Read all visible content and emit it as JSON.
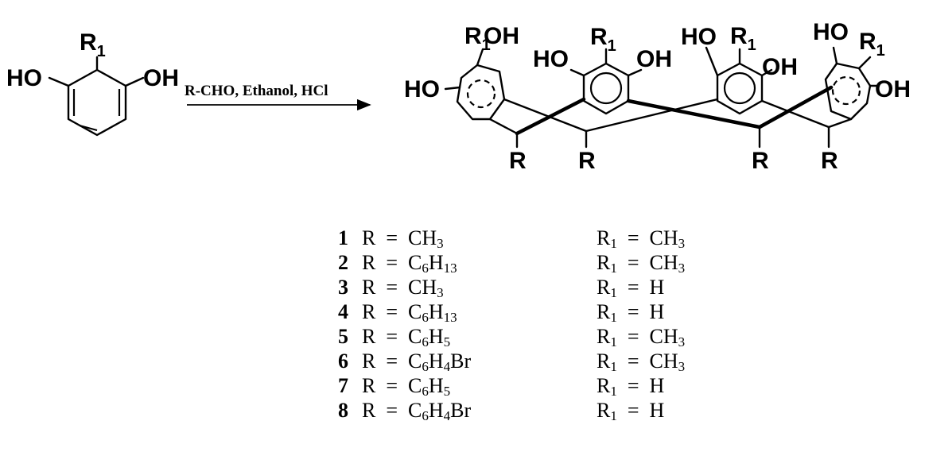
{
  "reactant": {
    "substituent": "R",
    "substituent_index": "1",
    "hydroxyl_left": "HO",
    "hydroxyl_right": "OH"
  },
  "conditions": "R-CHO, Ethanol, HCl",
  "product": {
    "ring_labels": [
      {
        "r1": "R",
        "r1_index": "1",
        "oh_left": "HO",
        "oh_right": "OH"
      },
      {
        "r1": "R",
        "r1_index": "1",
        "oh_left": "HO",
        "oh_right": "OH"
      },
      {
        "r1": "R",
        "r1_index": "1",
        "oh_left": "HO",
        "oh_right": "OH"
      },
      {
        "r1": "R",
        "r1_index": "1",
        "oh_left": "HO",
        "oh_right": "OH"
      }
    ],
    "bridge_labels": [
      "R",
      "R",
      "R",
      "R"
    ]
  },
  "compounds": [
    {
      "number": "1",
      "r_prefix": "R  =  ",
      "r_parts": [
        [
          "CH",
          "3"
        ]
      ],
      "r1_prefix": "R",
      "r1_index": "1",
      "r1_eq": "  =  ",
      "r1_parts": [
        [
          "CH",
          "3"
        ]
      ]
    },
    {
      "number": "2",
      "r_prefix": "R  =  ",
      "r_parts": [
        [
          "C",
          "6"
        ],
        [
          "H",
          "13"
        ]
      ],
      "r1_prefix": "R",
      "r1_index": "1",
      "r1_eq": "  =  ",
      "r1_parts": [
        [
          "CH",
          "3"
        ]
      ]
    },
    {
      "number": "3",
      "r_prefix": "R  =  ",
      "r_parts": [
        [
          "CH",
          "3"
        ]
      ],
      "r1_prefix": "R",
      "r1_index": "1",
      "r1_eq": "  =  ",
      "r1_parts": [
        [
          "H",
          ""
        ]
      ]
    },
    {
      "number": "4",
      "r_prefix": "R  =  ",
      "r_parts": [
        [
          "C",
          "6"
        ],
        [
          "H",
          "13"
        ]
      ],
      "r1_prefix": "R",
      "r1_index": "1",
      "r1_eq": "  =  ",
      "r1_parts": [
        [
          "H",
          ""
        ]
      ]
    },
    {
      "number": "5",
      "r_prefix": "R  =  ",
      "r_parts": [
        [
          "C",
          "6"
        ],
        [
          "H",
          "5"
        ]
      ],
      "r1_prefix": "R",
      "r1_index": "1",
      "r1_eq": "  =  ",
      "r1_parts": [
        [
          "CH",
          "3"
        ]
      ]
    },
    {
      "number": "6",
      "r_prefix": "R  =  ",
      "r_parts": [
        [
          "C",
          "6"
        ],
        [
          "H",
          "4"
        ],
        [
          "Br",
          ""
        ]
      ],
      "r1_prefix": "R",
      "r1_index": "1",
      "r1_eq": "  =  ",
      "r1_parts": [
        [
          "CH",
          "3"
        ]
      ]
    },
    {
      "number": "7",
      "r_prefix": "R  =  ",
      "r_parts": [
        [
          "C",
          "6"
        ],
        [
          "H",
          "5"
        ]
      ],
      "r1_prefix": "R",
      "r1_index": "1",
      "r1_eq": "  =  ",
      "r1_parts": [
        [
          "H",
          ""
        ]
      ]
    },
    {
      "number": "8",
      "r_prefix": "R  =  ",
      "r_parts": [
        [
          "C",
          "6"
        ],
        [
          "H",
          "4"
        ],
        [
          "Br",
          ""
        ]
      ],
      "r1_prefix": "R",
      "r1_index": "1",
      "r1_eq": "  =  ",
      "r1_parts": [
        [
          "H",
          ""
        ]
      ]
    }
  ]
}
